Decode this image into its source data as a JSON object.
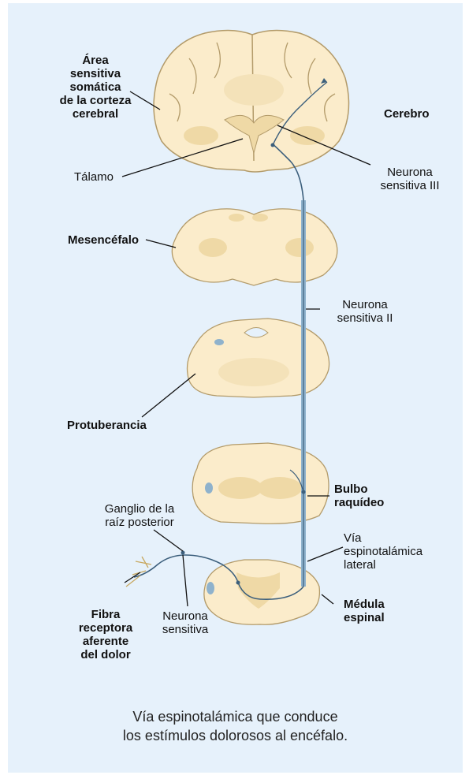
{
  "colors": {
    "background": "#e6f1fb",
    "tissue": "#fbeccb",
    "tissue_shade": "#efd9a6",
    "tissue_outline": "#b39b6a",
    "pathway": "#8fb2cc",
    "pathway_dark": "#3c5f7c",
    "leader_line": "#111111"
  },
  "labels": {
    "area_cortex": "Área\nsensitiva\nsomática\nde la corteza\ncerebral",
    "cerebro": "Cerebro",
    "talamo": "Tálamo",
    "neurona_iii": "Neurona\nsensitiva III",
    "mesencefalo": "Mesencéfalo",
    "neurona_ii": "Neurona\nsensitiva II",
    "protuberancia": "Protuberancia",
    "bulbo": "Bulbo\nraquídeo",
    "ganglio": "Ganglio de la\nraíz posterior",
    "via": "Vía\nespinotalámica\nlateral",
    "fibra": "Fibra\nreceptora\naferente\ndel dolor",
    "neurona_sensitiva": "Neurona\nsensitiva",
    "medula": "Médula\nespinal"
  },
  "caption": "Vía espinotalámica que conduce\nlos estímulos dolorosos al encéfalo."
}
